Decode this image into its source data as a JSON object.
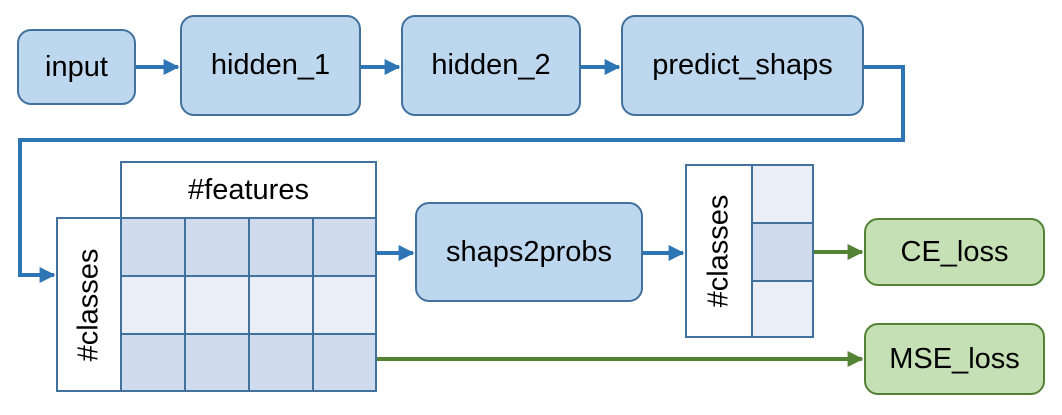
{
  "nodes": {
    "input": "input",
    "hidden_1": "hidden_1",
    "hidden_2": "hidden_2",
    "predict_shaps": "predict_shaps",
    "shaps2probs": "shaps2probs",
    "ce_loss": "CE_loss",
    "mse_loss": "MSE_loss"
  },
  "matrix": {
    "features_label": "#features",
    "classes_label": "#classes"
  },
  "vector": {
    "classes_label": "#classes"
  },
  "colors": {
    "node_fill": "#bdd7ee",
    "node_border": "#41719c",
    "flow_arrow": "#2e75b6",
    "loss_fill": "#c5e0b4",
    "loss_border": "#548235",
    "loss_arrow": "#548235"
  }
}
